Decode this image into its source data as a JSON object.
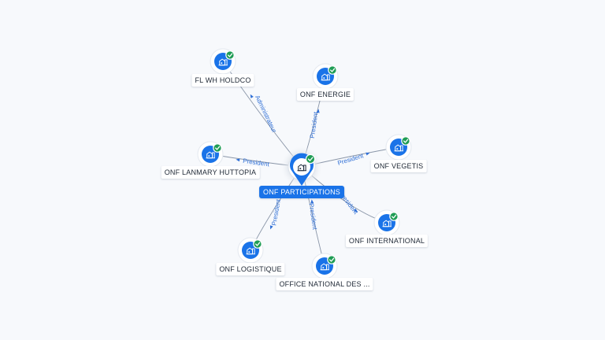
{
  "colors": {
    "node": "#1a73e8",
    "verified": "#1f9d55",
    "edge": "#8a96a8",
    "edge_label": "#2f6fd6",
    "center_label_bg": "#1a73e8"
  },
  "center": {
    "id": "onf-participations",
    "label": "ONF PARTICIPATIONS",
    "icon": "building-icon",
    "verified": true
  },
  "nodes": [
    {
      "id": "fl-wh-holdco",
      "label": "FL WH HOLDCO",
      "icon": "building-icon",
      "verified": true
    },
    {
      "id": "onf-energie",
      "label": "ONF ENERGIE",
      "icon": "building-icon",
      "verified": true
    },
    {
      "id": "onf-vegetis",
      "label": "ONF VEGETIS",
      "icon": "building-icon",
      "verified": true
    },
    {
      "id": "onf-lanmary-huttopia",
      "label": "ONF LANMARY HUTTOPIA",
      "icon": "building-icon",
      "verified": true
    },
    {
      "id": "onf-international",
      "label": "ONF INTERNATIONAL",
      "icon": "building-icon",
      "verified": true
    },
    {
      "id": "onf-logistique",
      "label": "ONF LOGISTIQUE",
      "icon": "building-icon",
      "verified": true
    },
    {
      "id": "office-national",
      "label": "OFFICE NATIONAL DES ...",
      "icon": "building-icon",
      "verified": true
    }
  ],
  "edges": [
    {
      "from": "onf-participations",
      "to": "fl-wh-holdco",
      "label": "Administrateur"
    },
    {
      "from": "onf-participations",
      "to": "onf-energie",
      "label": "President"
    },
    {
      "from": "onf-participations",
      "to": "onf-vegetis",
      "label": "President"
    },
    {
      "from": "onf-participations",
      "to": "onf-lanmary-huttopia",
      "label": "President"
    },
    {
      "from": "onf-participations",
      "to": "onf-international",
      "label": "President"
    },
    {
      "from": "onf-participations",
      "to": "onf-logistique",
      "label": "President"
    },
    {
      "from": "onf-participations",
      "to": "office-national",
      "label": "President"
    }
  ]
}
